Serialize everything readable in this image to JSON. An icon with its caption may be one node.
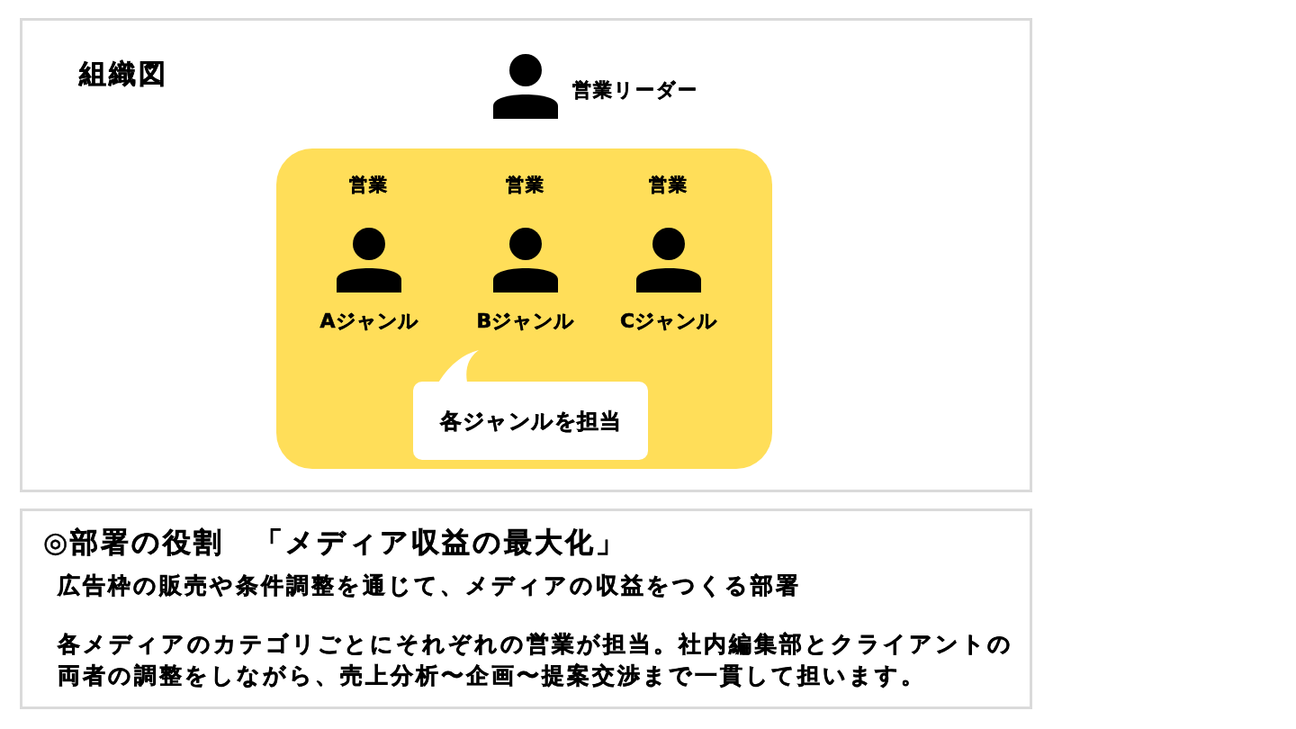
{
  "diagram": {
    "nodes": [
      {
        "text": [
          "組織図"
        ]
      },
      {
        "text": [
          "営業リーダー"
        ],
        "in": 0
      },
      {
        "text": [],
        "shape": "box",
        "in": 0
      },
      {
        "text": [
          "営業",
          "Aジャンル"
        ],
        "in": 2
      },
      {
        "text": [
          "営業",
          "Bジャンル"
        ],
        "in": 2
      },
      {
        "text": [
          "営業",
          "Cジャンル"
        ],
        "in": 2
      },
      {
        "text": [
          "各ジャンルを担当"
        ],
        "in": 2
      },
      {
        "text": [
          "◎部署の役割　「メディア収益の最大化」",
          "広告枠の販売や条件調整を通じて、メディアの収益をつくる部署",
          "各メディアのカテゴリごとにそれぞれの営業が担当。社内編集部とクライアントの両者の調整をしながら、売上分析〜企画〜提案交渉まで一貫して担います。"
        ]
      }
    ]
  }
}
